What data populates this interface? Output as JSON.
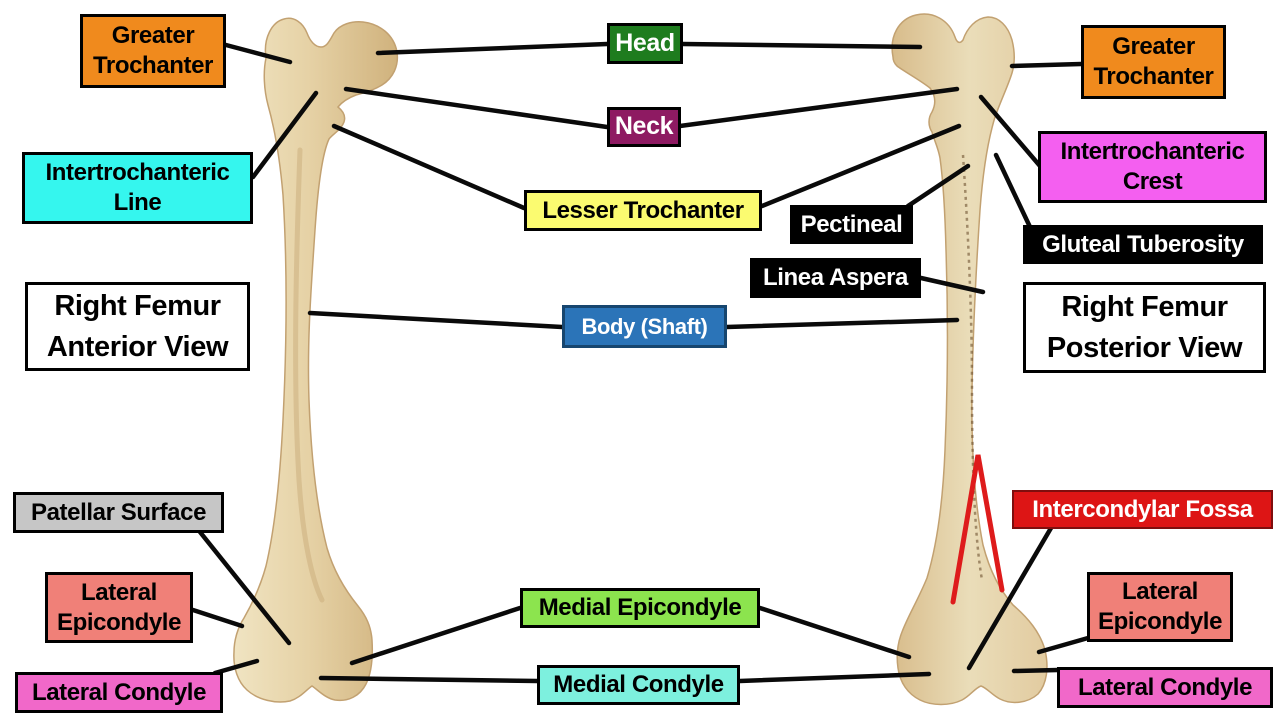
{
  "figure": {
    "type": "labeled-anatomy-diagram",
    "subject": "Right Femur",
    "views": [
      "Anterior View",
      "Posterior View"
    ]
  },
  "titles": {
    "anterior": "Right Femur Anterior View",
    "posterior": "Right Femur Posterior View"
  },
  "labels": [
    {
      "id": "greater-trochanter-left",
      "text": "Greater Trochanter",
      "bg": "#F08A1D",
      "fg": "#000000"
    },
    {
      "id": "head",
      "text": "Head",
      "bg": "#1E7C1E",
      "fg": "#FFFFFF"
    },
    {
      "id": "neck",
      "text": "Neck",
      "bg": "#8E1A62",
      "fg": "#FFFFFF"
    },
    {
      "id": "intertrochanteric-line",
      "text": "Intertrochanteric Line",
      "bg": "#35F6EE",
      "fg": "#000000"
    },
    {
      "id": "lesser-trochanter",
      "text": "Lesser Trochanter",
      "bg": "#FBFB70",
      "fg": "#000000"
    },
    {
      "id": "pectineal",
      "text": "Pectineal",
      "bg": "#000000",
      "fg": "#FFFFFF"
    },
    {
      "id": "greater-trochanter-right",
      "text": "Greater Trochanter",
      "bg": "#F08A1D",
      "fg": "#000000"
    },
    {
      "id": "intertrochanteric-crest",
      "text": "Intertrochanteric Crest",
      "bg": "#F45FF0",
      "fg": "#000000"
    },
    {
      "id": "gluteal-tuberosity",
      "text": "Gluteal Tuberosity",
      "bg": "#000000",
      "fg": "#FFFFFF"
    },
    {
      "id": "linea-aspera",
      "text": "Linea Aspera",
      "bg": "#000000",
      "fg": "#FFFFFF"
    },
    {
      "id": "body-shaft",
      "text": "Body (Shaft)",
      "bg": "#2B74B8",
      "fg": "#FFFFFF"
    },
    {
      "id": "patellar-surface",
      "text": "Patellar Surface",
      "bg": "#C6C6C6",
      "fg": "#000000"
    },
    {
      "id": "lateral-epicondyle-left",
      "text": "Lateral Epicondyle",
      "bg": "#F08078",
      "fg": "#000000"
    },
    {
      "id": "lateral-condyle-left",
      "text": "Lateral Condyle",
      "bg": "#F168C9",
      "fg": "#000000"
    },
    {
      "id": "medial-epicondyle",
      "text": "Medial Epicondyle",
      "bg": "#8CE44E",
      "fg": "#000000"
    },
    {
      "id": "medial-condyle",
      "text": "Medial Condyle",
      "bg": "#7DF0DE",
      "fg": "#000000"
    },
    {
      "id": "intercondylar-fossa",
      "text": "Intercondylar Fossa",
      "bg": "#DD1515",
      "fg": "#FFFFFF"
    },
    {
      "id": "lateral-epicondyle-right",
      "text": "Lateral Epicondyle",
      "bg": "#F08078",
      "fg": "#000000"
    },
    {
      "id": "lateral-condyle-right",
      "text": "Lateral Condyle",
      "bg": "#F168C9",
      "fg": "#000000"
    }
  ],
  "colors": {
    "background": "#FFFFFF",
    "leader_line": "#0A0A0A",
    "bone_light": "#F0E4C2",
    "bone_mid": "#E4CFA3",
    "bone_shadow": "#D0B27D",
    "fossa_marker_red": "#DE1B1B"
  }
}
